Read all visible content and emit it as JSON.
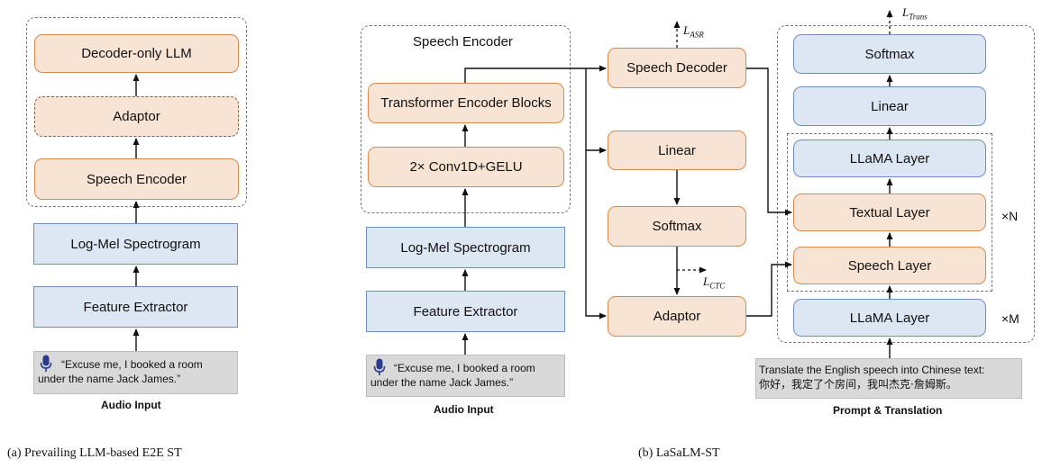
{
  "panel_a": {
    "boxes": {
      "llm": "Decoder-only LLM",
      "adaptor": "Adaptor",
      "speech_encoder": "Speech Encoder",
      "log_mel": "Log-Mel Spectrogram",
      "feature_extractor": "Feature Extractor"
    },
    "audio_text_1": "“Excuse me, I booked a room",
    "audio_text_2": "under the name Jack James.”",
    "audio_label": "Audio Input",
    "caption": "(a) Prevailing LLM-based E2E ST"
  },
  "panel_b": {
    "speech_encoder_title": "Speech Encoder",
    "boxes": {
      "transformer": "Transformer Encoder Blocks",
      "conv": "2× Conv1D+GELU",
      "log_mel": "Log-Mel Spectrogram",
      "feature_extractor": "Feature Extractor",
      "speech_decoder": "Speech Decoder",
      "linear_mid": "Linear",
      "softmax_mid": "Softmax",
      "adaptor": "Adaptor",
      "softmax_top": "Softmax",
      "linear_top": "Linear",
      "llama_upper": "LLaMA Layer",
      "textual": "Textual Layer",
      "speech_layer": "Speech Layer",
      "llama_lower": "LLaMA Layer"
    },
    "losses": {
      "asr_main": "L",
      "asr_sub": "ASR",
      "ctc_main": "L",
      "ctc_sub": "CTC",
      "trans_main": "L",
      "trans_sub": "Trans"
    },
    "multipliers": {
      "n": "×N",
      "m": "×M"
    },
    "audio_text_1": "“Excuse me, I booked a room",
    "audio_text_2": "under the name Jack James.”",
    "audio_label": "Audio Input",
    "prompt_text_1": "Translate the English speech into Chinese text:",
    "prompt_text_2": "你好，我定了个房间，我叫杰克·詹姆斯。",
    "prompt_label": "Prompt & Translation",
    "caption": "(b) LaSaLM-ST"
  },
  "colors": {
    "orange_fill": "#f8e4d4",
    "orange_border": "#d88a4e",
    "blue_fill": "#dde6f3",
    "blue_border": "#6e8fc4",
    "mic_icon": "#2b3a8c"
  }
}
